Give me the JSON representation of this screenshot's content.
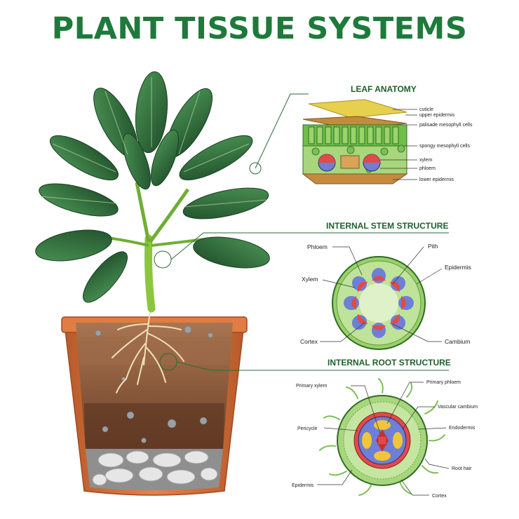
{
  "title": "PLANT TISSUE SYSTEMS",
  "leaf": {
    "heading": "LEAF ANATOMY",
    "labels": [
      "cuticle",
      "upper epidermis",
      "palisade mesophyll cells",
      "spongy mesophyll cells",
      "xylem",
      "phloem",
      "lower epidermis"
    ]
  },
  "stem": {
    "heading": "INTERNAL STEM STRUCTURE",
    "labels": {
      "phloem": "Phloem",
      "pith": "Pith",
      "xylem": "Xylem",
      "epidermis": "Epidermis",
      "cortex": "Cortex",
      "cambium": "Cambium"
    }
  },
  "root": {
    "heading": "INTERNAL ROOT STRUCTURE",
    "labels": {
      "primary_xylem": "Primary xylem",
      "primary_phloem": "Primary phloem",
      "vascular_cambium": "Vascular cambium",
      "pericycle": "Pericycle",
      "endodermis": "Endodermis",
      "root_hair": "Root hair",
      "epidermis": "Epidermis",
      "cortex": "Cortex"
    }
  },
  "colors": {
    "title": "#1e7a3b",
    "heading": "#1f5f2c",
    "leaf_dark": "#2f6b3a",
    "pot": "#d9743e",
    "soil": "#8a5a3a",
    "xylem": "#e24a4a",
    "phloem": "#6d7fd6",
    "cortex": "#b7e08a"
  }
}
